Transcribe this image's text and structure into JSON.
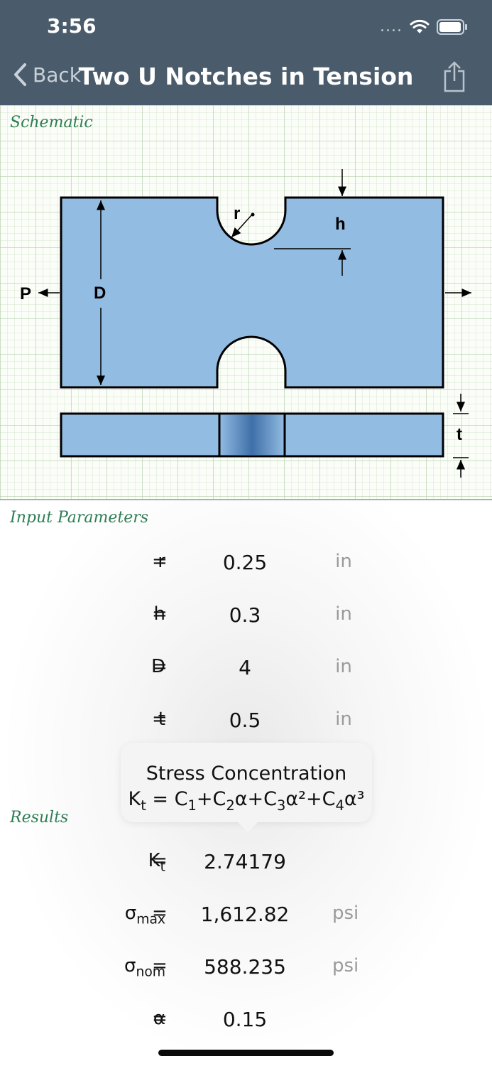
{
  "status_bar": {
    "time": "3:56",
    "signal": "....",
    "wifi_icon": "wifi-icon",
    "battery_icon": "battery-icon"
  },
  "nav": {
    "back_label": "Back",
    "title": "Two U Notches in Tension",
    "share_icon": "share-icon"
  },
  "schematic": {
    "section_label": "Schematic",
    "labels": {
      "P": "P",
      "D": "D",
      "r": "r",
      "h": "h",
      "t": "t"
    }
  },
  "inputs": {
    "section_label": "Input Parameters",
    "rows": [
      {
        "symbol": "r",
        "value": "0.25",
        "unit": "in"
      },
      {
        "symbol": "h",
        "value": "0.3",
        "unit": "in"
      },
      {
        "symbol": "D",
        "value": "4",
        "unit": "in"
      },
      {
        "symbol": "t",
        "value": "0.5",
        "unit": "in"
      }
    ]
  },
  "tooltip": {
    "title": "Stress Concentration",
    "formula": {
      "lead": "K",
      "lead_sub": "t",
      "rest": " = C",
      "c1": "1",
      "c2": "2",
      "c3": "3",
      "c4": "4"
    }
  },
  "results": {
    "section_label": "Results",
    "rows": [
      {
        "symbol": "K",
        "sub": "t",
        "value": "2.74179",
        "unit": ""
      },
      {
        "symbol": "σ",
        "sub": "max",
        "value": "1,612.82",
        "unit": "psi"
      },
      {
        "symbol": "σ",
        "sub": "nom",
        "value": "588.235",
        "unit": "psi"
      },
      {
        "symbol": "α",
        "sub": "",
        "value": "0.15",
        "unit": ""
      }
    ]
  },
  "colors": {
    "header": "#4a5c6b",
    "accent_green": "#2e7d54",
    "part_fill": "#93bce3",
    "unit_gray": "#9a9a9a"
  }
}
